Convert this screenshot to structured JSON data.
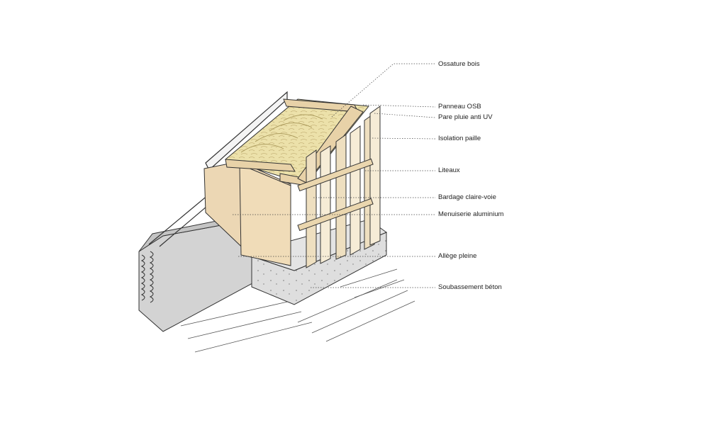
{
  "labels": {
    "ossature": "Ossature bois",
    "panneau": "Panneau OSB",
    "pare_pluie": "Pare pluie anti UV",
    "isolation": "Isolation paille",
    "liteaux": "Liteaux",
    "bardage": "Bardage claire-voie",
    "menuiserie": "Menuiserie aluminium",
    "allege": "Allège pleine",
    "soubassement": "Soubassement béton"
  },
  "colors": {
    "straw": "#e9dda4",
    "wood": "#eedfc0",
    "osb": "#ecd7b4",
    "concrete": "#d8d8d8",
    "wall": "#cfcfcf",
    "ink": "#333333"
  }
}
